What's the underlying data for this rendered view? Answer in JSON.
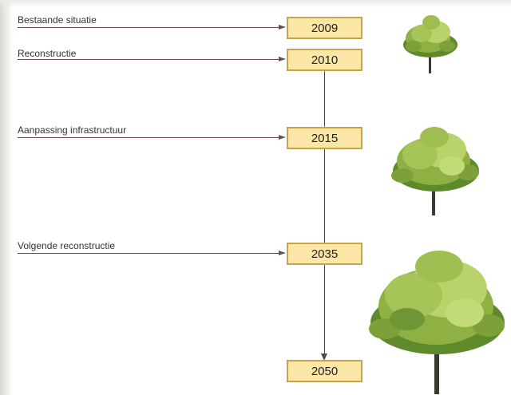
{
  "timeline": {
    "events": [
      {
        "label": "Bestaande situatie",
        "year": "2009"
      },
      {
        "label": "Reconstructie",
        "year": "2010"
      },
      {
        "label": "Aanpassing infrastructuur",
        "year": "2015"
      },
      {
        "label": "Volgende reconstructie",
        "year": "2035"
      }
    ],
    "end_year": "2050"
  },
  "colors": {
    "box_fill": "#fde7a6",
    "box_border": "#c9a24a",
    "line": "#6e4a4a",
    "foliage_light": "#b9d36a",
    "foliage_mid": "#8fb143",
    "foliage_dark": "#5f8a2c",
    "trunk": "#3b3a2e"
  },
  "icons": [
    "small-tree-icon",
    "medium-tree-icon",
    "large-tree-icon"
  ]
}
